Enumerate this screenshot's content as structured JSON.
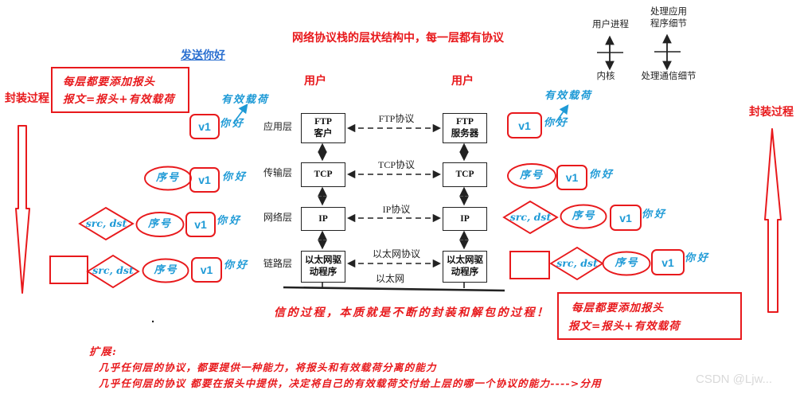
{
  "header": {
    "title": "网络协议栈的层状结构中，每一层都有协议",
    "send_label": "发送你好"
  },
  "users": {
    "left": "用户",
    "right": "用户"
  },
  "encapsulation": {
    "left_label": "封装过程",
    "right_label": "封装过程"
  },
  "kernel_diagram": {
    "user_process": "用户进程",
    "kernel": "内核",
    "app_detail_line1": "处理应用",
    "app_detail_line2": "程序细节",
    "comm_detail": "处理通信细节"
  },
  "notes": {
    "left": {
      "line1": "每层都要添加报头",
      "line2": "报文=报头+有效载荷"
    },
    "right": {
      "line1": "每层都要添加报头",
      "line2": "报文=报头+有效载荷"
    }
  },
  "stack": {
    "layers": [
      "应用层",
      "传输层",
      "网络层",
      "链路层"
    ],
    "left_nodes": [
      [
        "FTP",
        "客户"
      ],
      [
        "TCP"
      ],
      [
        "IP"
      ],
      [
        "以太网驱",
        "动程序"
      ]
    ],
    "right_nodes": [
      [
        "FTP",
        "服务器"
      ],
      [
        "TCP"
      ],
      [
        "IP"
      ],
      [
        "以太网驱",
        "动程序"
      ]
    ],
    "protocols": [
      "FTP协议",
      "TCP协议",
      "IP协议",
      "以太网协议"
    ],
    "ethernet_label": "以太网"
  },
  "payload": {
    "left": "有效载荷",
    "right": "有效载荷"
  },
  "tokens": {
    "v1": "v1",
    "hello": "你好",
    "seq": "序号",
    "srcdst": "src, dst"
  },
  "bottom_note": "信的过程，本质就是不断的封装和解包的过程！",
  "extension": {
    "title": "扩展:",
    "line1": "几乎任何层的协议，都要提供一种能力，将报头和有效载荷分离的能力",
    "line2": "几乎任何层的协议 都要在报头中提供，决定将自己的有效载荷交付给上层的哪一个协议的能力---->分用"
  },
  "watermark": "CSDN @Ljw...",
  "stray_dot": ".",
  "colors": {
    "red": "#e8191c",
    "blue": "#2a6fd0",
    "cyan": "#1e9ad6",
    "ink": "#222222",
    "watermark": "#d9d9d9"
  }
}
